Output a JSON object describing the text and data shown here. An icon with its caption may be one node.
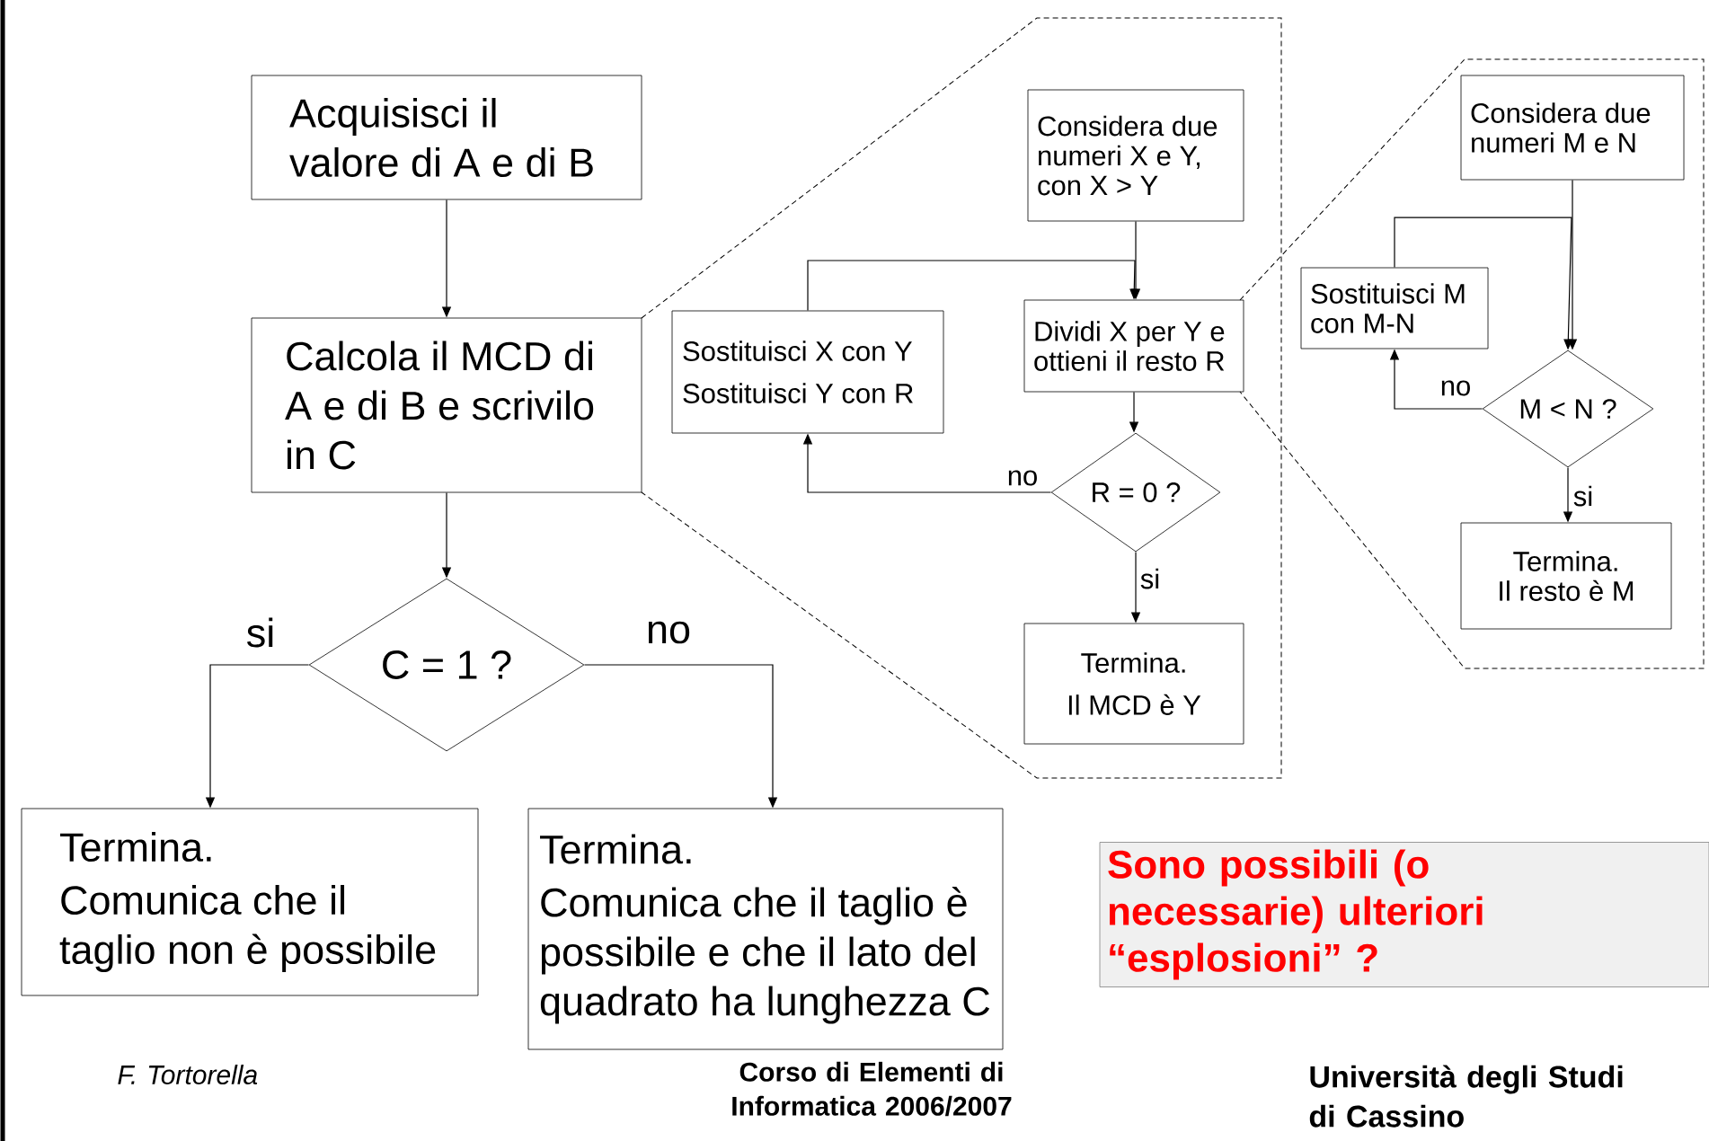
{
  "diagram": {
    "nodes": [
      {
        "text": [
          "Acquisisci il valore di A e di B"
        ]
      },
      {
        "text": [
          "Calcola il MCD di A e di B e scrivilo in C"
        ]
      },
      {
        "text": [
          "C = 1 ?"
        ]
      },
      {
        "text": [
          "Termina.",
          "Comunica che il taglio non è possibile"
        ]
      },
      {
        "text": [
          "Termina.",
          "Comunica che il taglio è possibile e che il lato del quadrato ha lunghezza C"
        ]
      },
      {
        "text": [],
        "shape": "box"
      },
      {
        "text": [
          "Considera due numeri X e Y, con X > Y"
        ],
        "in": 5
      },
      {
        "text": [
          "Sostituisci X con Y",
          "Sostituisci Y con R"
        ],
        "in": 5
      },
      {
        "text": [
          "Dividi X per Y e ottieni il resto R"
        ],
        "in": 5
      },
      {
        "text": [
          "R = 0 ?"
        ],
        "in": 5
      },
      {
        "text": [
          "Termina.",
          "Il MCD è Y"
        ],
        "in": 5
      },
      {
        "text": [],
        "shape": "box"
      },
      {
        "text": [
          "Considera due numeri M e N"
        ],
        "in": 11
      },
      {
        "text": [
          "Sostituisci M con M-N"
        ],
        "in": 11
      },
      {
        "text": [
          "M < N ?"
        ],
        "in": 11
      },
      {
        "text": [
          "Termina.",
          "Il resto è M"
        ],
        "in": 11
      },
      {
        "text": [
          "Sono possibili (o necessarie) ulteriori “esplosioni” ?"
        ]
      }
    ],
    "edges": [
      {
        "from": 0,
        "to": 1,
        "arrow": "to"
      },
      {
        "from": 1,
        "to": 2,
        "arrow": "to"
      },
      {
        "from": 2,
        "to": 3,
        "arrow": "to",
        "label": "si"
      },
      {
        "from": 2,
        "to": 4,
        "arrow": "to",
        "label": "no"
      },
      {
        "from": 6,
        "to": 8,
        "arrow": "to"
      },
      {
        "from": 7,
        "to": 8,
        "arrow": "to"
      },
      {
        "from": 8,
        "to": 9,
        "arrow": "to"
      },
      {
        "from": 9,
        "to": 7,
        "arrow": "to",
        "label": "no"
      },
      {
        "from": 9,
        "to": 10,
        "arrow": "to",
        "label": "si"
      },
      {
        "from": 12,
        "to": 14,
        "arrow": "to"
      },
      {
        "from": 13,
        "to": 14,
        "arrow": "to"
      },
      {
        "from": 14,
        "to": 13,
        "arrow": "to",
        "label": "no"
      },
      {
        "from": 14,
        "to": 15,
        "arrow": "to",
        "label": "si"
      }
    ],
    "labels": [
      "F. Tortorella",
      "Corso di Elementi di Informatica 2006/2007",
      "Università degli Studi di Cassino"
    ]
  }
}
